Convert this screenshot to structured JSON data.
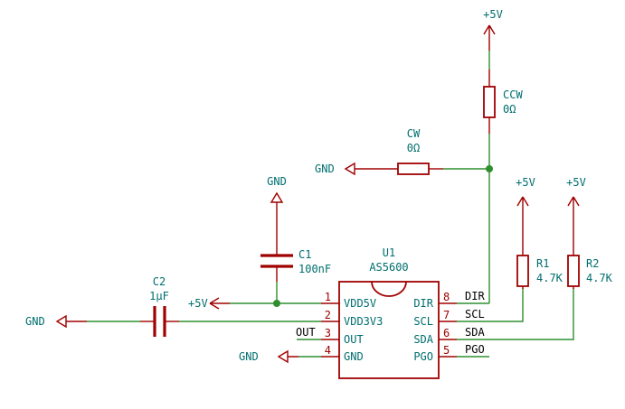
{
  "power": {
    "vcc": "+5V",
    "gnd": "GND"
  },
  "components": {
    "ccw": {
      "ref": "CCW",
      "value": "0Ω"
    },
    "cw": {
      "ref": "CW",
      "value": "0Ω"
    },
    "c1": {
      "ref": "C1",
      "value": "100nF"
    },
    "c2": {
      "ref": "C2",
      "value": "1µF"
    },
    "r1": {
      "ref": "R1",
      "value": "4.7K"
    },
    "r2": {
      "ref": "R2",
      "value": "4.7K"
    },
    "u1": {
      "ref": "U1",
      "value": "AS5600",
      "pins_left": [
        {
          "num": "1",
          "name": "VDD5V"
        },
        {
          "num": "2",
          "name": "VDD3V3"
        },
        {
          "num": "3",
          "name": "OUT"
        },
        {
          "num": "4",
          "name": "GND"
        }
      ],
      "pins_right": [
        {
          "num": "8",
          "name": "DIR"
        },
        {
          "num": "7",
          "name": "SCL"
        },
        {
          "num": "6",
          "name": "SDA"
        },
        {
          "num": "5",
          "name": "PGO"
        }
      ]
    }
  },
  "nets": {
    "dir": "DIR",
    "scl": "SCL",
    "sda": "SDA",
    "pgo": "PGO",
    "out": "OUT"
  },
  "colors": {
    "wire": "#2f8f2f",
    "symbol": "#a00000",
    "label": "#006e6e"
  }
}
